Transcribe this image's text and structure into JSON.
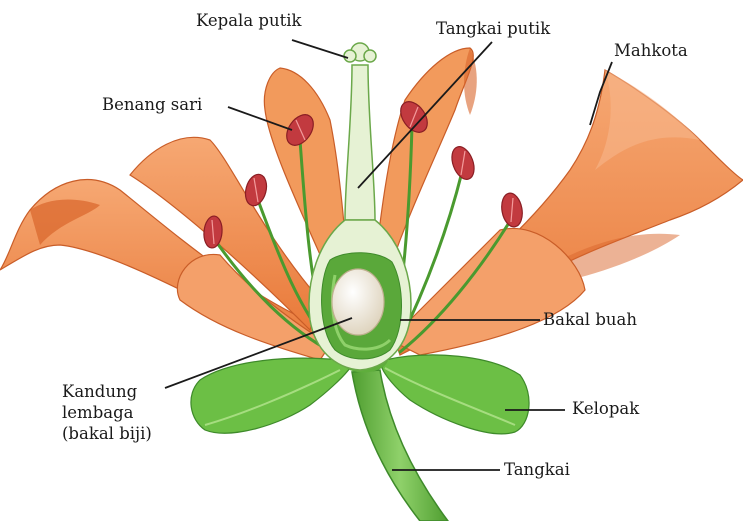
{
  "labels": {
    "kepala_putik": "Kepala putik",
    "tangkai_putik": "Tangkai putik",
    "mahkota": "Mahkota",
    "benang_sari": "Benang sari",
    "bakal_buah": "Bakal buah",
    "kandung_lembaga": [
      "Kandung",
      "lembaga",
      "(bakal biji)"
    ],
    "kelopak": "Kelopak",
    "tangkai": "Tangkai"
  },
  "colors": {
    "petal": "#f08a4b",
    "petal_dark": "#d9652b",
    "petal_light": "#f7b58a",
    "stem_green": "#5fae3c",
    "stem_dark": "#3e8a2a",
    "sepal_green": "#6cbf45",
    "pistil_light": "#e6f2d4",
    "anther_red": "#c23a3f",
    "ovule": "#f3ede0",
    "leader_line": "#1a1a1a"
  }
}
